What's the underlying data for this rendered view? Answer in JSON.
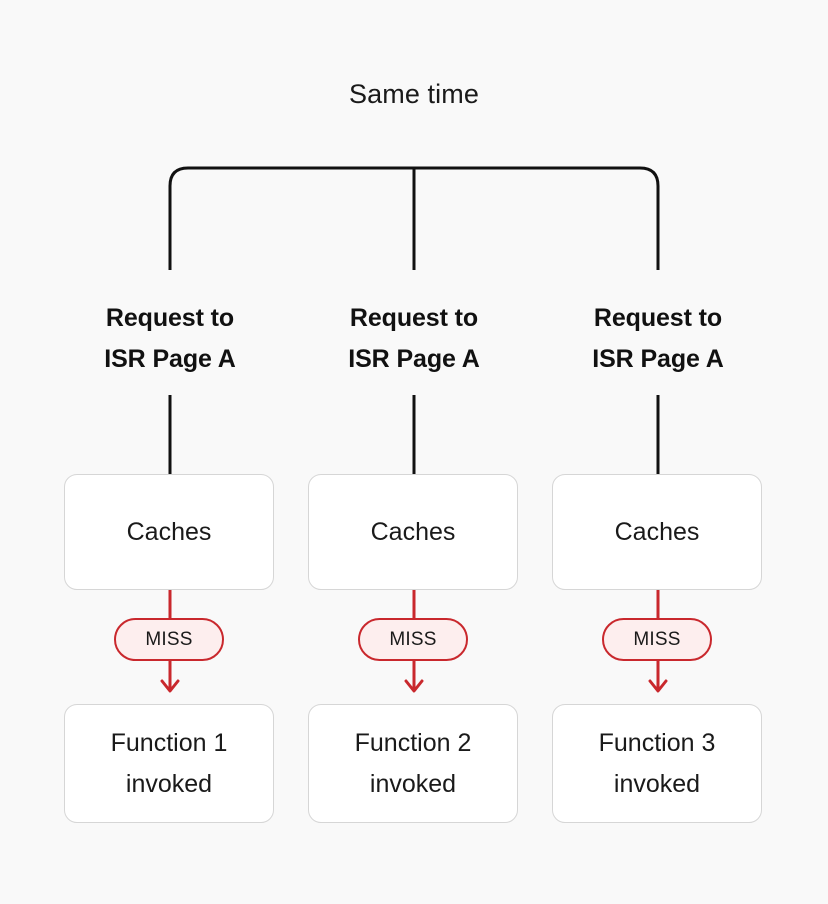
{
  "diagram": {
    "title": "Same time",
    "background_color": "#f9f9f9",
    "accent_red": "#c9282d",
    "badge_fill": "#fdeeee",
    "box_border_color": "#d6d6d6",
    "box_fill": "#ffffff",
    "connector_color": "#111111",
    "columns": [
      {
        "request_line1": "Request to",
        "request_line2": "ISR Page A",
        "cache_label": "Caches",
        "badge_label": "MISS",
        "function_line1": "Function 1",
        "function_line2": "invoked"
      },
      {
        "request_line1": "Request to",
        "request_line2": "ISR Page A",
        "cache_label": "Caches",
        "badge_label": "MISS",
        "function_line1": "Function 2",
        "function_line2": "invoked"
      },
      {
        "request_line1": "Request to",
        "request_line2": "ISR Page A",
        "cache_label": "Caches",
        "badge_label": "MISS",
        "function_line1": "Function 3",
        "function_line2": "invoked"
      }
    ]
  }
}
